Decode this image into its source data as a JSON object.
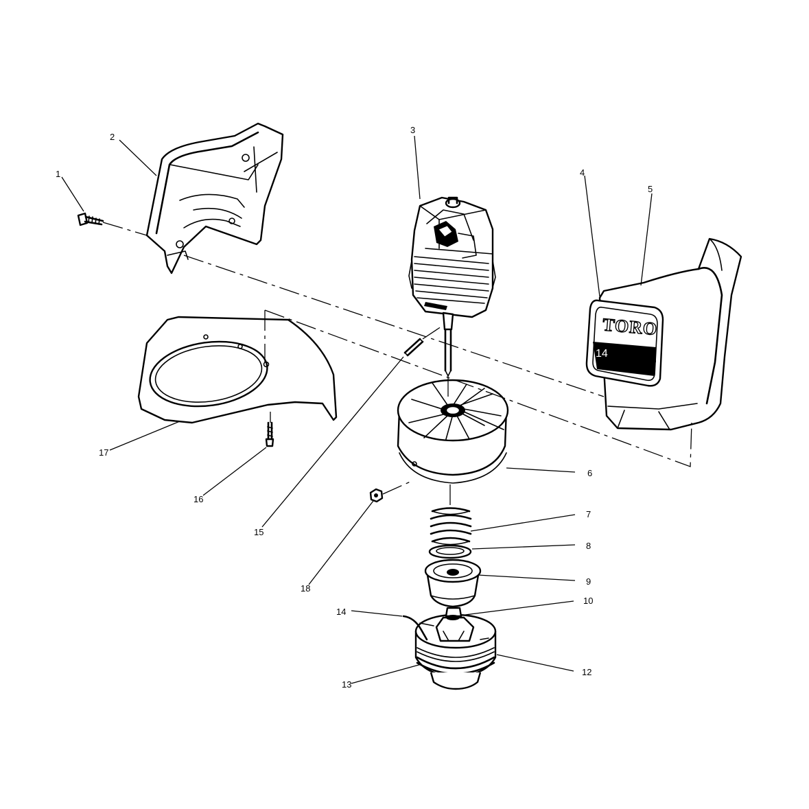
{
  "callouts": [
    "1",
    "2",
    "3",
    "4",
    "5",
    "6",
    "7",
    "8",
    "9",
    "10",
    "12",
    "13",
    "14",
    "15",
    "16",
    "17",
    "18"
  ],
  "decal": {
    "brand": "TORO",
    "model": "14"
  }
}
